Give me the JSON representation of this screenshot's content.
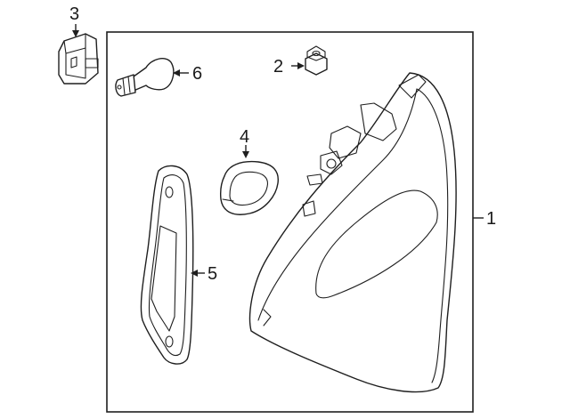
{
  "callouts": {
    "lamp_assembly": "1",
    "nut": "2",
    "socket": "3",
    "grommet": "4",
    "gasket": "5",
    "bulb": "6"
  },
  "colors": {
    "line": "#1f1f1f",
    "background": "#ffffff"
  }
}
